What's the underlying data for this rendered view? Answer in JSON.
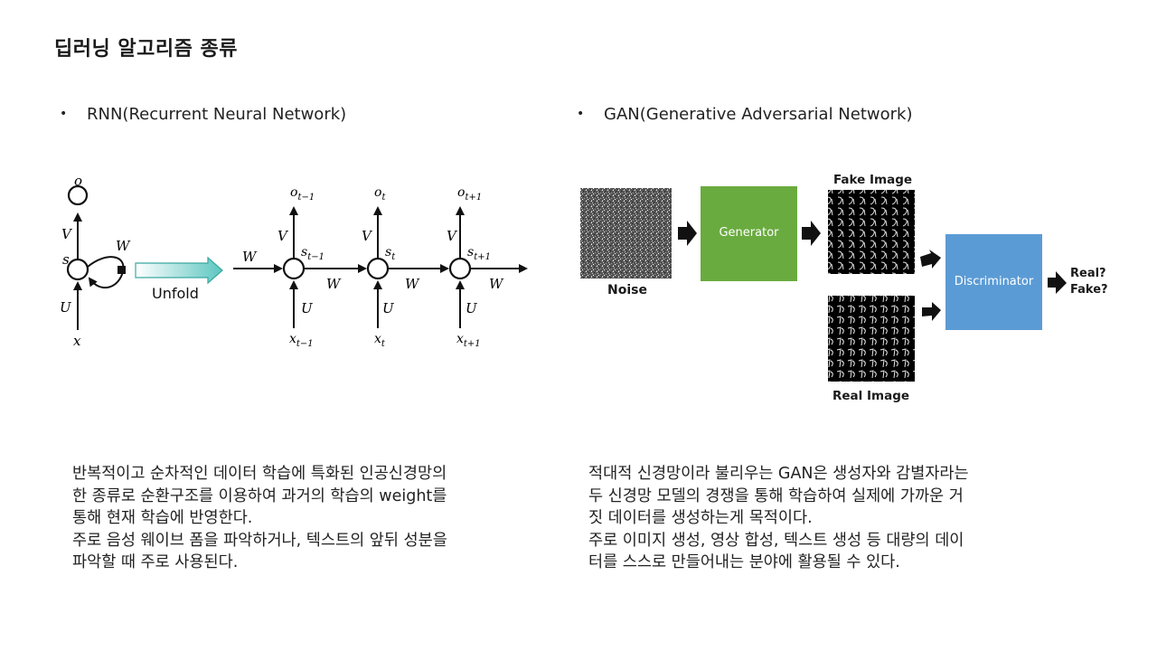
{
  "title": "딥러닝 알고리즘 종류",
  "rnn": {
    "heading": "RNN(Recurrent Neural Network)",
    "unfold_label": "Unfold",
    "desc": [
      "반복적이고 순차적인 데이터 학습에 특화된 인공신경망의",
      "한 종류로 순환구조를 이용하여 과거의 학습의 weight를",
      "통해 현재 학습에 반영한다.",
      "주로 음성 웨이브 폼을 파악하거나, 텍스트의 앞뒤 성분을",
      "파악할 때 주로 사용된다."
    ]
  },
  "gan": {
    "heading": "GAN(Generative Adversarial Network)",
    "noise_label": "Noise",
    "generator_label": "Generator",
    "fake_image_label": "Fake Image",
    "real_image_label": "Real Image",
    "discriminator_label": "Discriminator",
    "output_real": "Real?",
    "output_fake": "Fake?",
    "desc": [
      "적대적 신경망이라 불리우는 GAN은 생성자와 감별자라는",
      "두 신경망 모델의 경쟁을 통해 학습하여 실제에 가까운 거",
      "짓 데이터를 생성하는게 목적이다.",
      "주로 이미지 생성, 영상 합성, 텍스트 생성 등 대량의 데이",
      "터를 스스로 만들어내는 분야에 활용될 수 있다."
    ],
    "colors": {
      "generator": "#6aab3f",
      "discriminator": "#5b9bd5"
    }
  }
}
